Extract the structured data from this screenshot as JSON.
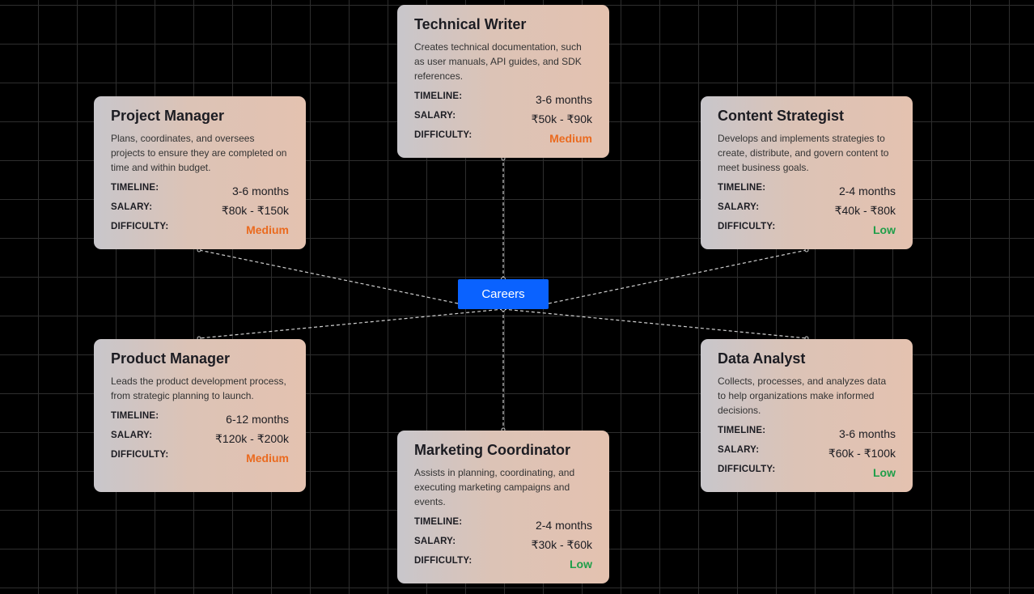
{
  "center": {
    "label": "Careers"
  },
  "labels": {
    "timeline": "TIMELINE:",
    "salary": "SALARY:",
    "difficulty": "DIFFICULTY:"
  },
  "cards": [
    {
      "title": "Technical Writer",
      "desc": "Creates technical documentation, such as user manuals, API guides, and SDK references.",
      "timeline": "3-6 months",
      "salary": "₹50k - ₹90k",
      "difficulty": "Medium"
    },
    {
      "title": "Project Manager",
      "desc": "Plans, coordinates, and oversees projects to ensure they are completed on time and within budget.",
      "timeline": "3-6 months",
      "salary": "₹80k - ₹150k",
      "difficulty": "Medium"
    },
    {
      "title": "Content Strategist",
      "desc": "Develops and implements strategies to create, distribute, and govern content to meet business goals.",
      "timeline": "2-4 months",
      "salary": "₹40k - ₹80k",
      "difficulty": "Low"
    },
    {
      "title": "Product Manager",
      "desc": "Leads the product development process, from strategic planning to launch.",
      "timeline": "6-12 months",
      "salary": "₹120k - ₹200k",
      "difficulty": "Medium"
    },
    {
      "title": "Marketing Coordinator",
      "desc": "Assists in planning, coordinating, and executing marketing campaigns and events.",
      "timeline": "2-4 months",
      "salary": "₹30k - ₹60k",
      "difficulty": "Low"
    },
    {
      "title": "Data Analyst",
      "desc": "Collects, processes, and analyzes data to help organizations make informed decisions.",
      "timeline": "3-6 months",
      "salary": "₹60k - ₹100k",
      "difficulty": "Low"
    }
  ]
}
